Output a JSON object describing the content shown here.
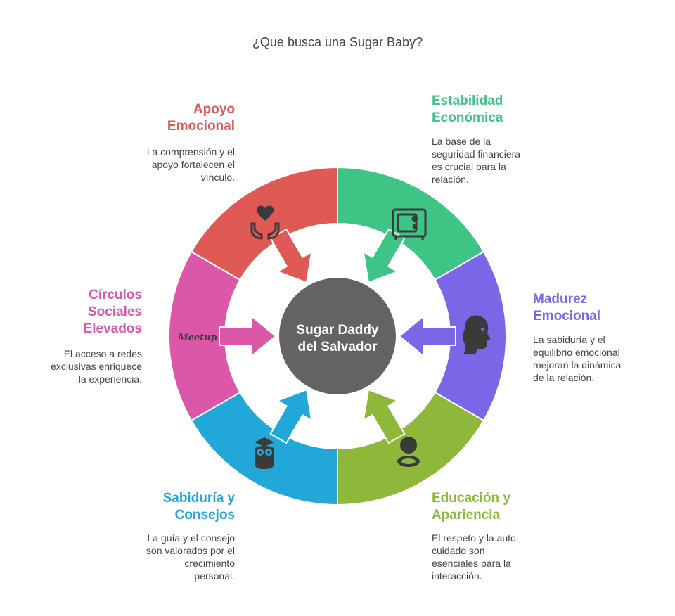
{
  "title": "¿Que busca una Sugar Baby?",
  "center": {
    "line1": "Sugar Daddy",
    "line2": "del Salvador",
    "color": "#636363"
  },
  "segments": [
    {
      "id": "estabilidad",
      "label_lines": [
        "Estabilidad",
        "Económica"
      ],
      "desc_lines": [
        "La base de la",
        "seguridad financiera",
        "es crucial para la",
        "relación."
      ],
      "color": "#3EC484",
      "icon": "safe-icon"
    },
    {
      "id": "madurez",
      "label_lines": [
        "Madurez",
        "Emocional"
      ],
      "desc_lines": [
        "La sabiduría y el",
        "equilibrio emocional",
        "mejoran la dinámica",
        "de la relación."
      ],
      "color": "#7B66E8",
      "icon": "head-profile-icon"
    },
    {
      "id": "educacion",
      "label_lines": [
        "Educación y",
        "Apariencia"
      ],
      "desc_lines": [
        "El respeto y la auto-",
        "cuidado son",
        "esenciales para la",
        "interacción."
      ],
      "color": "#8DB83A",
      "icon": "person-mirror-icon"
    },
    {
      "id": "sabiduria",
      "label_lines": [
        "Sabiduría y",
        "Consejos"
      ],
      "desc_lines": [
        "La guía y el consejo",
        "son valorados por el",
        "crecimiento",
        "personal."
      ],
      "color": "#22A8D8",
      "icon": "owl-graduate-icon"
    },
    {
      "id": "circulos",
      "label_lines": [
        "Círculos",
        "Sociales",
        "Elevados"
      ],
      "desc_lines": [
        "El acceso a redes",
        "exclusivas enriquece",
        "la experiencia."
      ],
      "color": "#DB57A8",
      "icon": "meetup-logo-icon",
      "icon_text": "Meetup"
    },
    {
      "id": "apoyo",
      "label_lines": [
        "Apoyo",
        "Emocional"
      ],
      "desc_lines": [
        "La comprensión y el",
        "apoyo fortalecen el",
        "vínculo."
      ],
      "color": "#E05A55",
      "icon": "heart-hands-icon"
    }
  ]
}
